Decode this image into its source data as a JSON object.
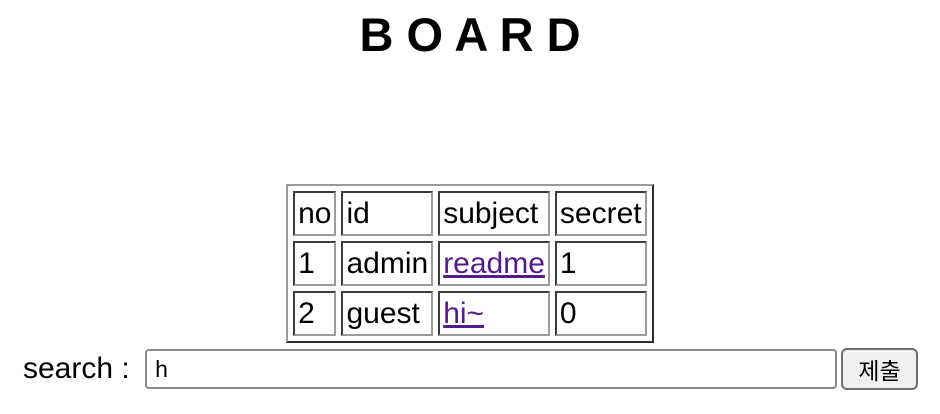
{
  "title": "B O A R D",
  "board": {
    "headers": [
      "no",
      "id",
      "subject",
      "secret"
    ],
    "rows": [
      {
        "no": "1",
        "id": "admin",
        "subject": "readme",
        "secret": "1"
      },
      {
        "no": "2",
        "id": "guest",
        "subject": "hi~",
        "secret": "0"
      }
    ]
  },
  "search": {
    "label": "search : ",
    "value": "h",
    "submit_label": "제출"
  },
  "colors": {
    "visited_link": "#551a8b",
    "table_border_dark": "#2e2e2e",
    "table_border_light": "#9b9b9b",
    "input_border": "#8a8a8a",
    "button_bg": "#f0f0f0",
    "button_border": "#6e6e6e"
  }
}
